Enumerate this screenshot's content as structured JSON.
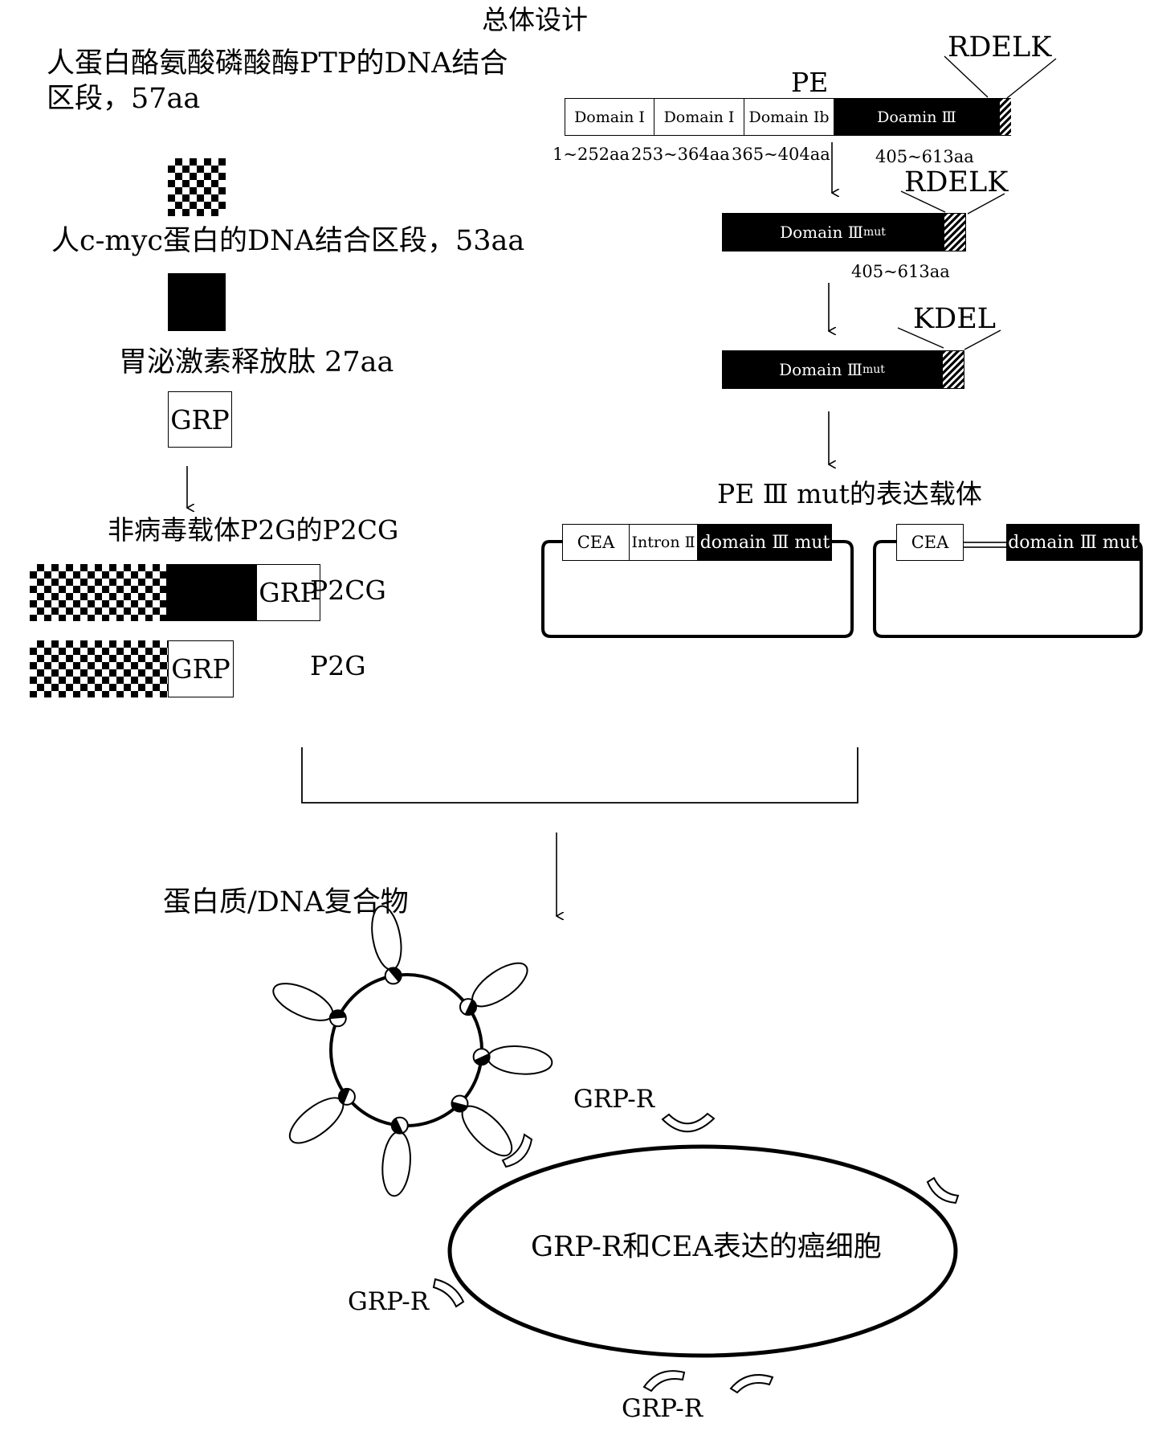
{
  "title": "总体设计",
  "left": {
    "ptp_label_line1": "人蛋白酪氨酸磷酸酶PTP的DNA结合",
    "ptp_label_line2": "区段，57aa",
    "cmyc_label": "人c-myc蛋白的DNA结合区段，53aa",
    "grp_peptide_label": "胃泌激素释放肽 27aa",
    "grp_box": "GRP",
    "vector_title": "非病毒载体P2G的P2CG",
    "p2cg_box": "GRP",
    "p2cg_name": "P2CG",
    "p2g_box": "GRP",
    "p2g_name": "P2G"
  },
  "right": {
    "pe_label": "PE",
    "rdelk_label_1": "RDELK",
    "domains": [
      "Domain I",
      "Domain I",
      "Domain Ib",
      "Doamin Ⅲ"
    ],
    "ranges": [
      "1~252aa",
      "253~364aa",
      "365~404aa",
      "405~613aa"
    ],
    "rdelk_label_2": "RDELK",
    "mut_bar_1_main": "Domain Ⅲ",
    "mut_bar_1_sub": "mut",
    "mut_range": "405~613aa",
    "kdel_label": "KDEL",
    "mut_bar_2_main": "Domain Ⅲ",
    "mut_bar_2_sub": "mut",
    "vector_title": "PE Ⅲ mut的表达载体",
    "plasmid_1": [
      "CEA",
      "Intron Ⅱ",
      "domain Ⅲ mut"
    ],
    "plasmid_2": [
      "CEA",
      "domain Ⅲ mut"
    ]
  },
  "bottom": {
    "complex_label": "蛋白质/DNA复合物",
    "grp_r_labels": [
      "GRP-R",
      "GRP-R",
      "GRP-R"
    ],
    "cell_label": "GRP-R和CEA表达的癌细胞"
  }
}
